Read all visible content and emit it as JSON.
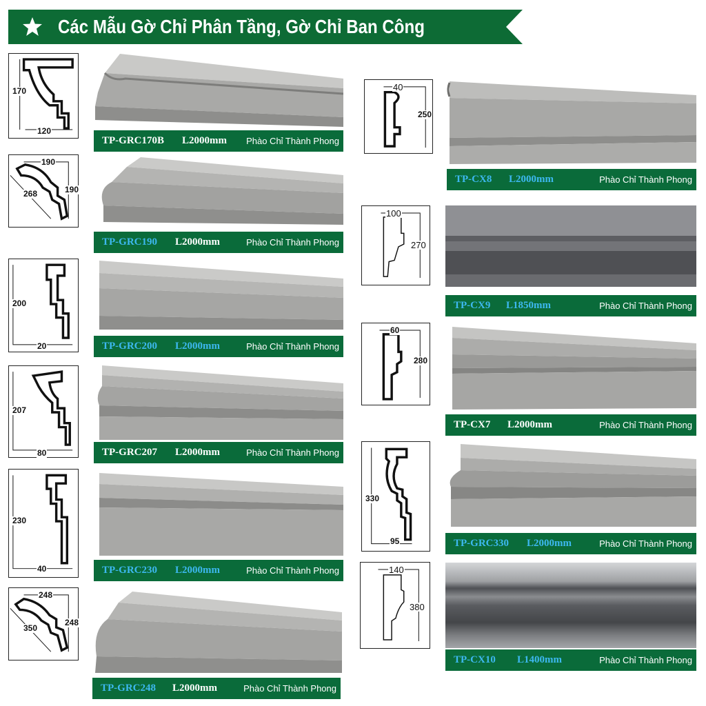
{
  "header": {
    "title": "Các Mẫu Gờ Chỉ Phân Tầng, Gờ Chỉ Ban Công",
    "star_icon": "star-icon"
  },
  "colors": {
    "banner": "#0d6b35",
    "label_bg": "#0a6b3a",
    "code_white": "#ffffff",
    "code_blue": "#3db8f0"
  },
  "products": [
    {
      "code": "TP-GRC170B",
      "length": "L2000mm",
      "brand": "Phào Chỉ Thành Phong",
      "dims": [
        "170",
        "120"
      ]
    },
    {
      "code": "TP-GRC190",
      "length": "L2000mm",
      "brand": "Phào Chỉ Thành Phong",
      "dims": [
        "190",
        "268",
        "190"
      ]
    },
    {
      "code": "TP-GRC200",
      "length": "L2000mm",
      "brand": "Phào Chỉ Thành Phong",
      "dims": [
        "200",
        "20"
      ]
    },
    {
      "code": "TP-GRC207",
      "length": "L2000mm",
      "brand": "Phào Chỉ Thành Phong",
      "dims": [
        "207",
        "80"
      ]
    },
    {
      "code": "TP-GRC230",
      "length": "L2000mm",
      "brand": "Phào Chỉ Thành Phong",
      "dims": [
        "230",
        "40"
      ]
    },
    {
      "code": "TP-GRC248",
      "length": "L2000mm",
      "brand": "Phào Chỉ Thành Phong",
      "dims": [
        "248",
        "350",
        "248"
      ]
    },
    {
      "code": "TP-CX8",
      "length": "L2000mm",
      "brand": "Phào Chỉ Thành Phong",
      "dims": [
        "40",
        "250"
      ]
    },
    {
      "code": "TP-CX9",
      "length": "L1850mm",
      "brand": "Phào Chỉ Thành Phong",
      "dims": [
        "100",
        "270"
      ]
    },
    {
      "code": "TP-CX7",
      "length": "L2000mm",
      "brand": "Phào Chỉ Thành Phong",
      "dims": [
        "60",
        "280"
      ]
    },
    {
      "code": "TP-GRC330",
      "length": "L2000mm",
      "brand": "Phào Chỉ Thành Phong",
      "dims": [
        "330",
        "95"
      ]
    },
    {
      "code": "TP-CX10",
      "length": "L1400mm",
      "brand": "Phào Chỉ Thành Phong",
      "dims": [
        "140",
        "380"
      ]
    }
  ]
}
